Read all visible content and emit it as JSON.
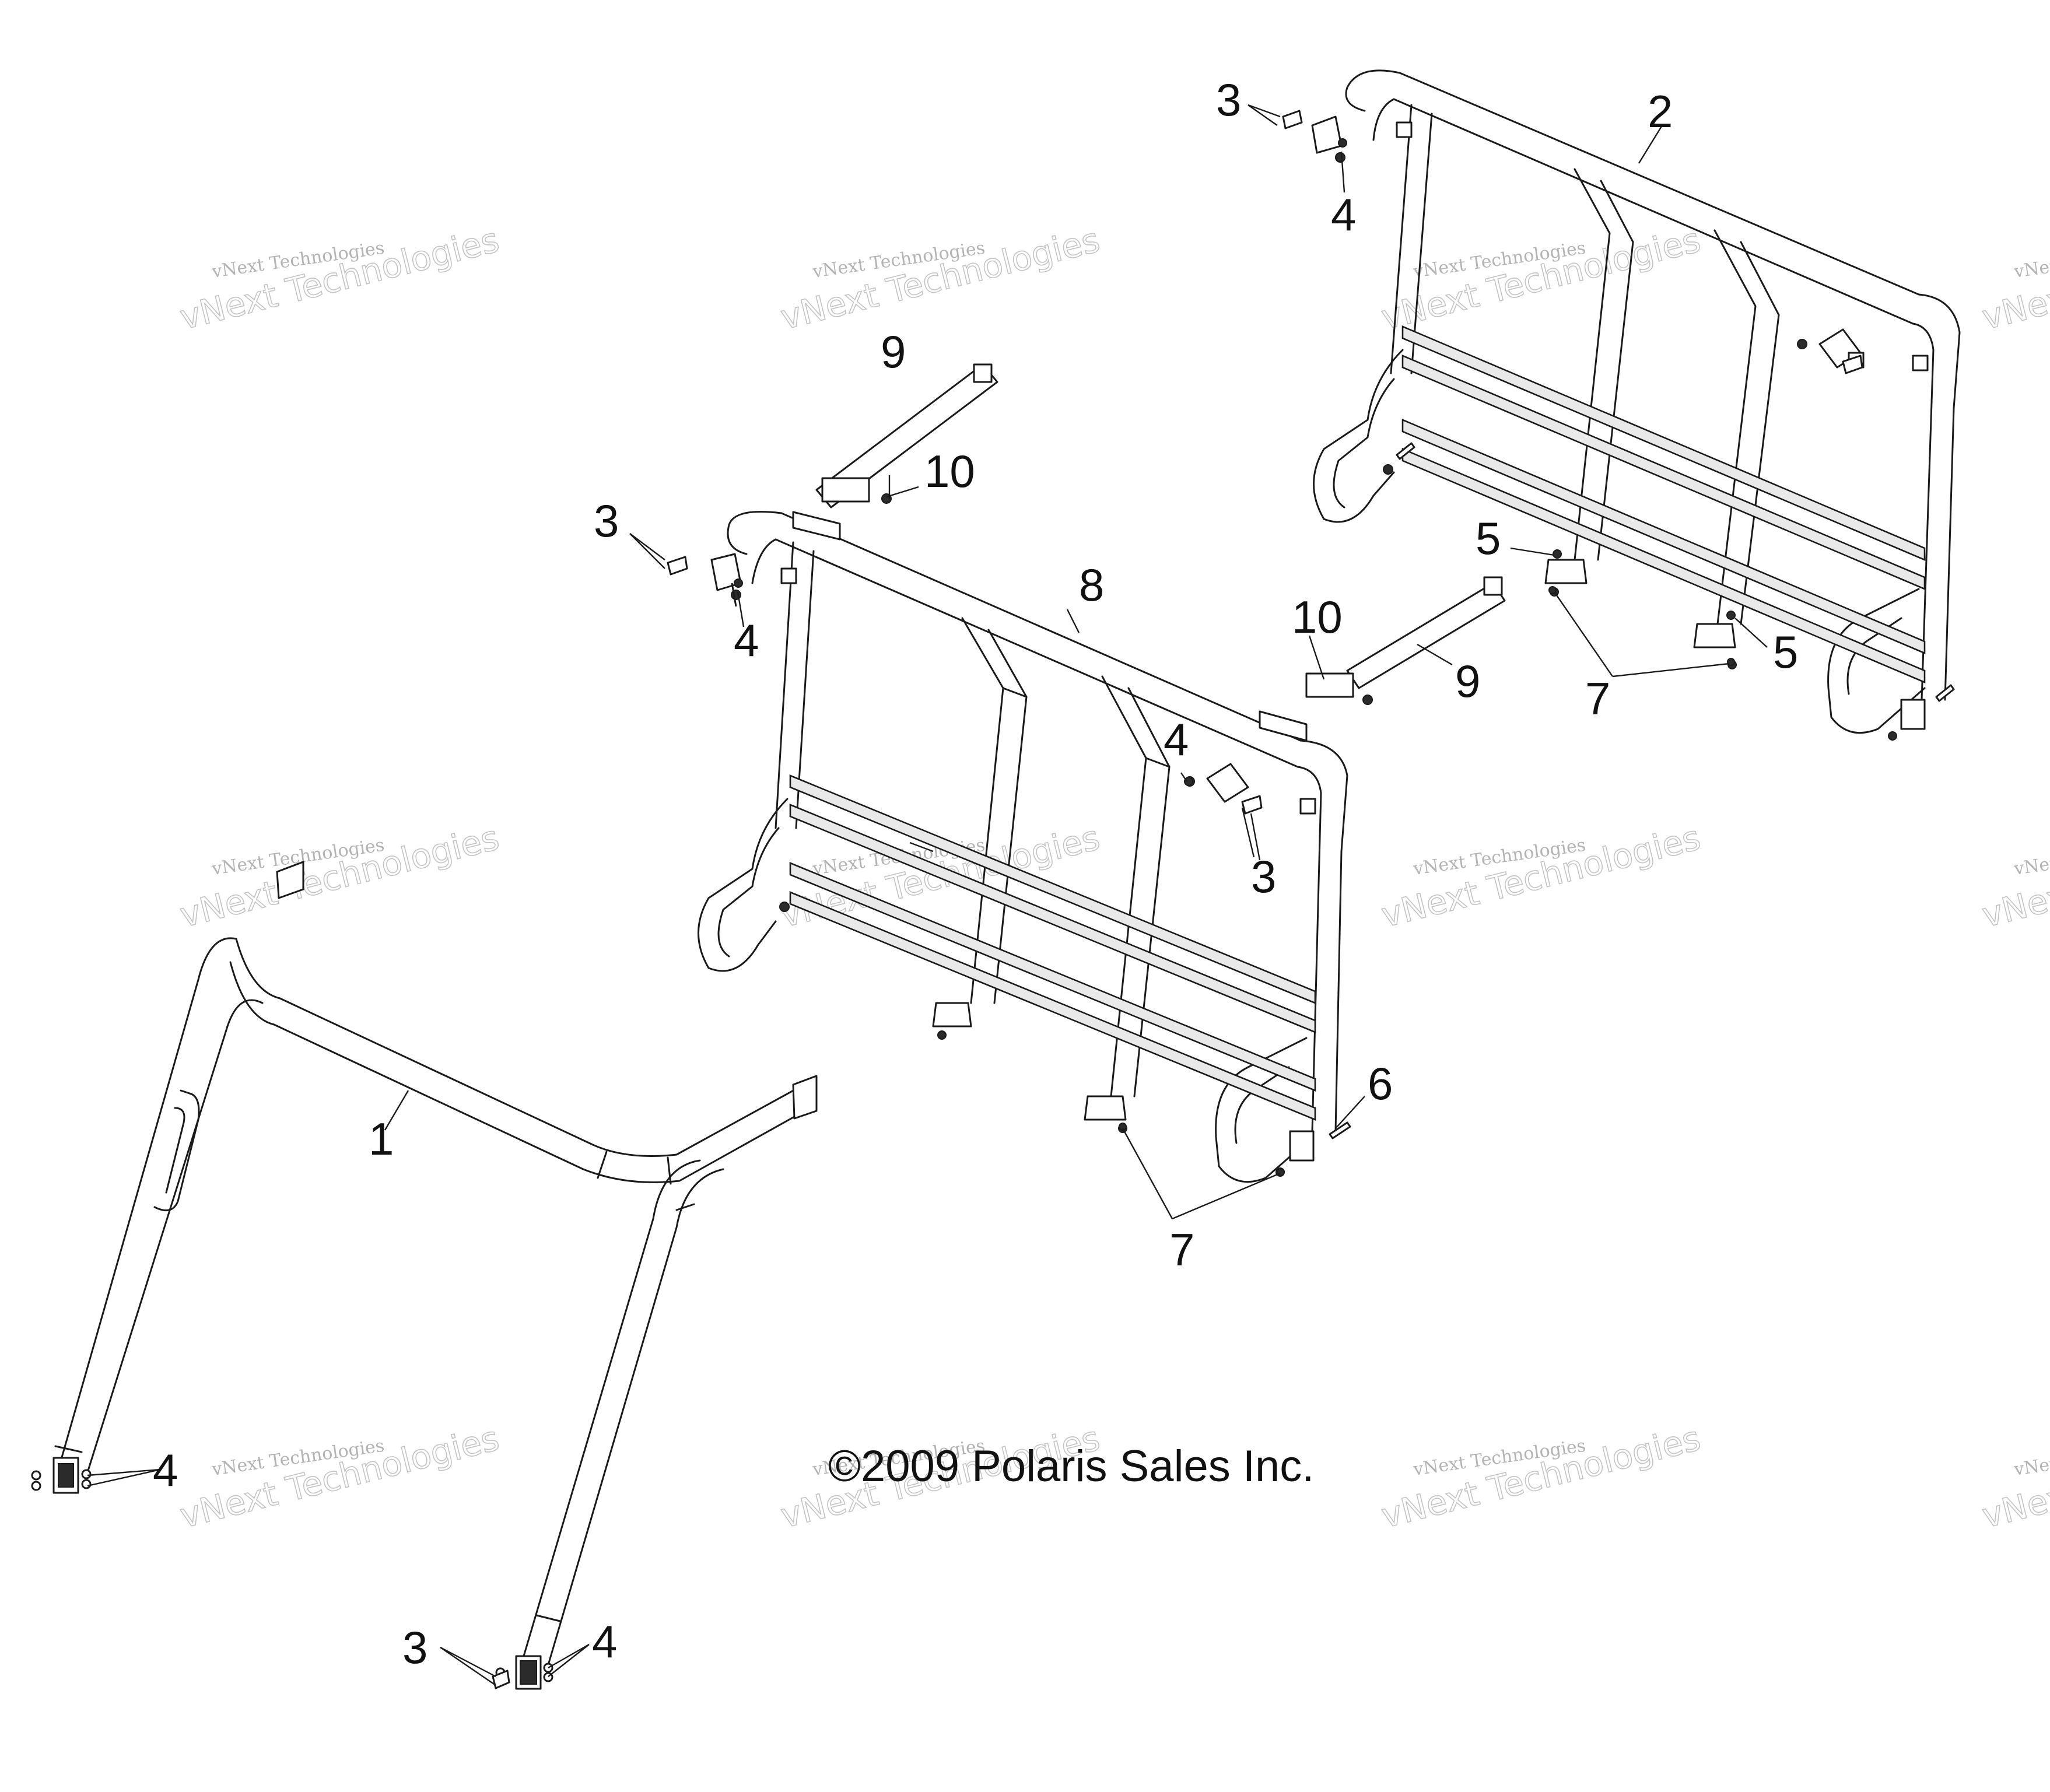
{
  "copyright": "©2009 Polaris Sales Inc.",
  "watermark": {
    "small_text": "vNext Technologies",
    "large_text": "vNext Technologies"
  },
  "callouts": {
    "c1": "1",
    "c2": "2",
    "c3a": "3",
    "c3b": "3",
    "c3c": "3",
    "c3d": "3",
    "c4a": "4",
    "c4b": "4",
    "c4c": "4",
    "c4d": "4",
    "c4e": "4",
    "c5a": "5",
    "c5b": "5",
    "c6": "6",
    "c7a": "7",
    "c7b": "7",
    "c8": "8",
    "c9a": "9",
    "c9b": "9",
    "c10a": "10",
    "c10b": "10"
  }
}
